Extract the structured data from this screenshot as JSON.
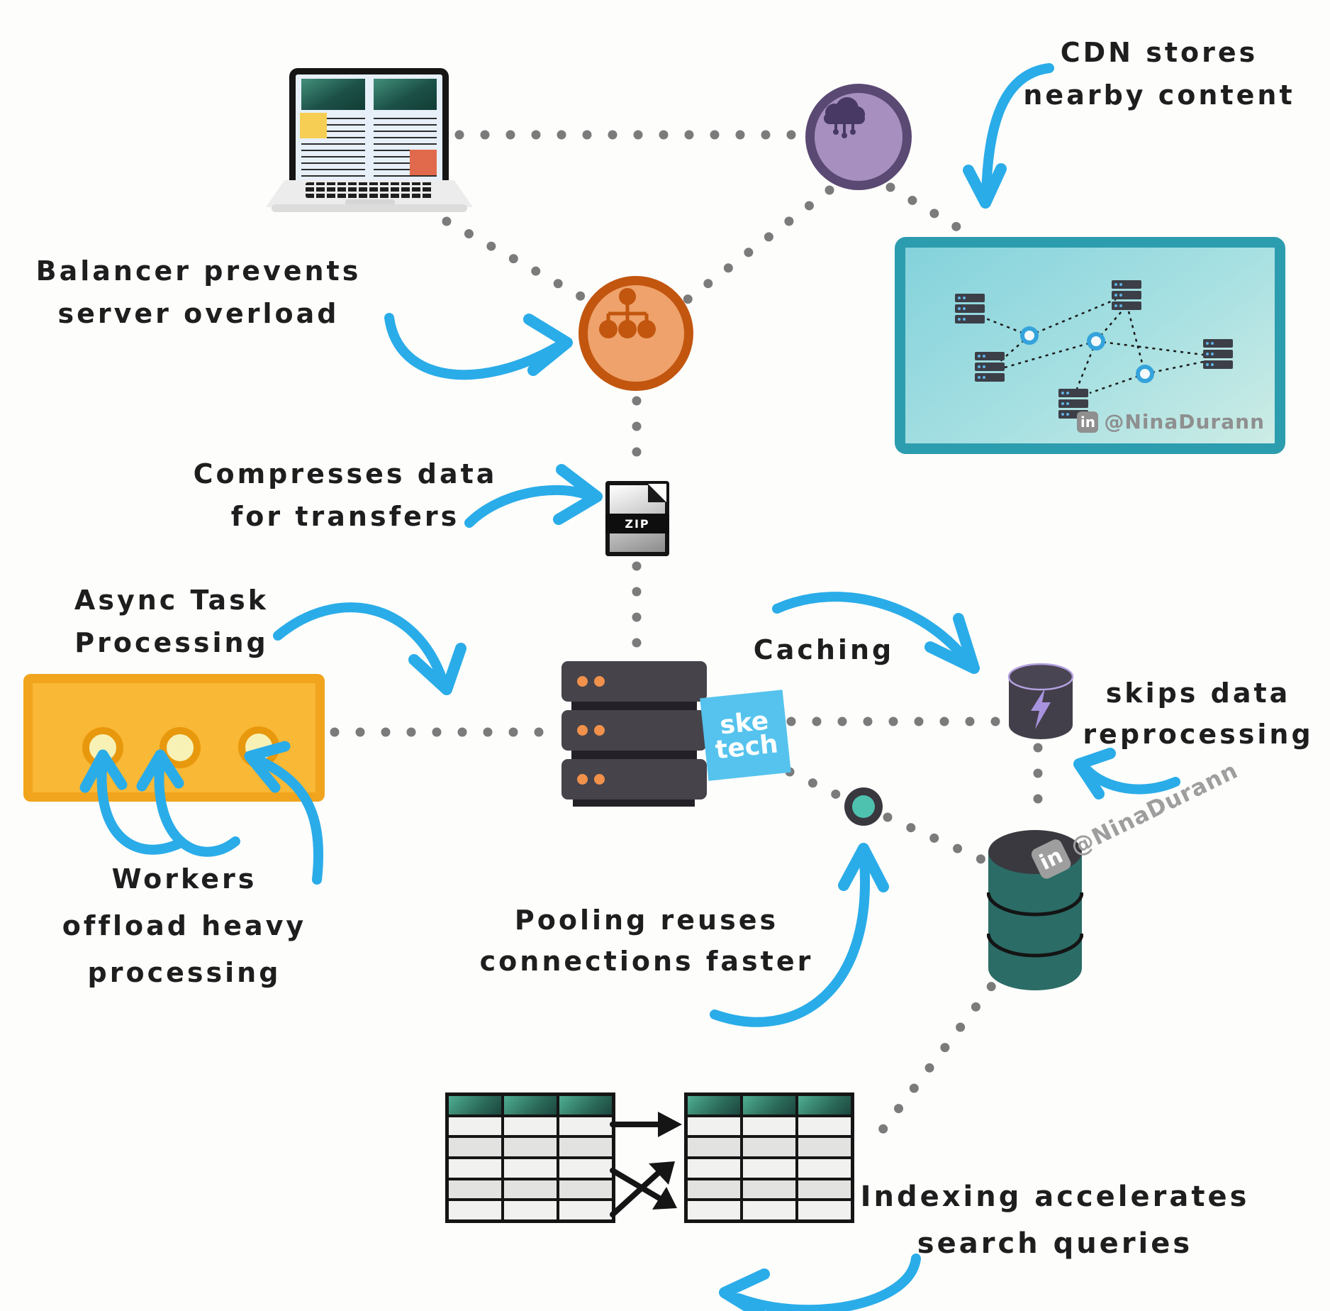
{
  "labels": {
    "cdn": {
      "lines": [
        "CDN stores",
        "nearby content"
      ]
    },
    "balancer": {
      "lines": [
        "Balancer prevents",
        "server overload"
      ]
    },
    "compress": {
      "lines": [
        "Compresses data",
        "for transfers"
      ]
    },
    "async": {
      "lines": [
        "Async Task",
        "Processing"
      ]
    },
    "caching": {
      "lines": [
        "Caching"
      ]
    },
    "skips": {
      "lines": [
        "skips data",
        "reprocessing"
      ]
    },
    "workers": {
      "lines": [
        "Workers",
        "offload heavy",
        "processing"
      ]
    },
    "pooling": {
      "lines": [
        "Pooling reuses",
        "connections faster"
      ]
    },
    "indexing": {
      "lines": [
        "Indexing accelerates",
        "search queries"
      ]
    }
  },
  "zip_file": {
    "label": "ZIP"
  },
  "brand_badge": {
    "lines": [
      "ske",
      "tech"
    ]
  },
  "watermarks": {
    "panel": {
      "handle": "@NinaDurann",
      "icon": "linkedin-icon",
      "icon_glyph": "in"
    },
    "database": {
      "handle": "@NinaDurann",
      "icon": "linkedin-icon",
      "icon_glyph": "in"
    }
  },
  "tables": {
    "count": 2,
    "columns": 3,
    "rows": 6
  },
  "counts": {
    "worker_holes": 3,
    "server_units": 3,
    "cdn_panel_servers": 5,
    "cdn_panel_nodes": 3
  },
  "icons": {
    "cdn": "cloud-network-icon",
    "balancer": "hierarchy-icon",
    "cache": "lightning-icon",
    "compression": "zip-file-icon",
    "client": "laptop-icon",
    "storage": "database-icon",
    "pooling": "connection-dot-icon"
  },
  "colors": {
    "background": "#fdfdfb",
    "arrow_blue": "#2aace9",
    "dot_gray": "#7b7b7b",
    "text": "#1e1e1e",
    "cdn_ring": "#5a4973",
    "cdn_fill": "#a78fc0",
    "balancer_ring": "#c2560f",
    "balancer_fill": "#efa26b",
    "panel_border": "#2c9dae",
    "workers_border": "#f1a41d",
    "workers_fill": "#f9b835",
    "server_unit": "#46434a",
    "server_led": "#f1914b",
    "badge_blue": "#55c3ed",
    "cache_body": "#433f4a",
    "cache_bolt": "#a893de",
    "pool_teal": "#4fc2af",
    "db_teal": "#2b6c66",
    "table_header_teal": "#4fae92",
    "watermark_gray": "#9e9e9e"
  }
}
